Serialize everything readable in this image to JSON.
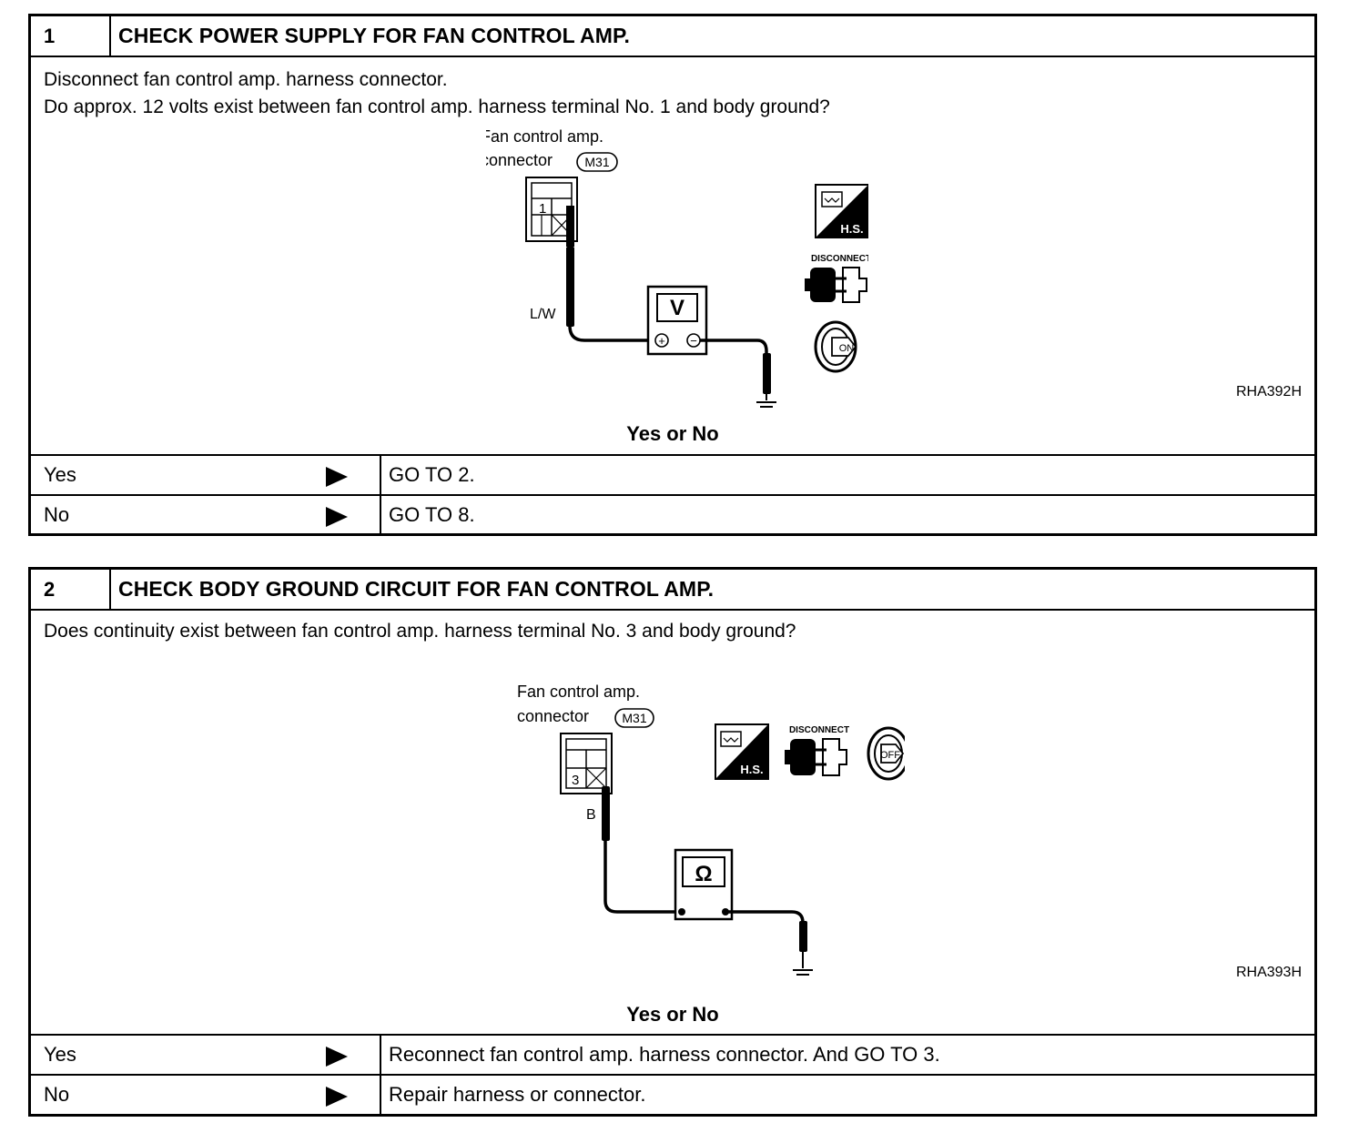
{
  "steps": [
    {
      "number": "1",
      "title": "CHECK POWER SUPPLY FOR FAN CONTROL AMP.",
      "question_lines": [
        "Disconnect fan control amp. harness connector.",
        "Do approx. 12 volts exist between fan control amp. harness terminal No. 1 and body ground?"
      ],
      "figure": {
        "connector_label_1": "Fan  control  amp.",
        "connector_label_2": "connector",
        "connector_code": "M31",
        "terminal": "1",
        "wire_color": "L/W",
        "meter_symbol": "V",
        "plus": "+",
        "minus": "−",
        "icon_hs_text": "H.S.",
        "icon_disconnect_text": "DISCONNECT",
        "icon_ignition_text": "ON",
        "figure_code": "RHA392H"
      },
      "prompt": "Yes or No",
      "answers": [
        {
          "label": "Yes",
          "action": "GO TO 2."
        },
        {
          "label": "No",
          "action": "GO TO 8."
        }
      ]
    },
    {
      "number": "2",
      "title": "CHECK BODY GROUND CIRCUIT FOR FAN CONTROL AMP.",
      "question_lines": [
        "Does continuity exist between fan control amp. harness terminal No. 3 and body ground?"
      ],
      "figure": {
        "connector_label_1": "Fan  control  amp.",
        "connector_label_2": "connector",
        "connector_code": "M31",
        "terminal": "3",
        "wire_color": "B",
        "meter_symbol": "Ω",
        "icon_hs_text": "H.S.",
        "icon_disconnect_text": "DISCONNECT",
        "icon_ignition_text": "OFF",
        "figure_code": "RHA393H"
      },
      "prompt": "Yes or No",
      "answers": [
        {
          "label": "Yes",
          "action": "Reconnect fan control amp. harness connector. And GO TO 3."
        },
        {
          "label": "No",
          "action": "Repair harness or connector."
        }
      ]
    }
  ]
}
